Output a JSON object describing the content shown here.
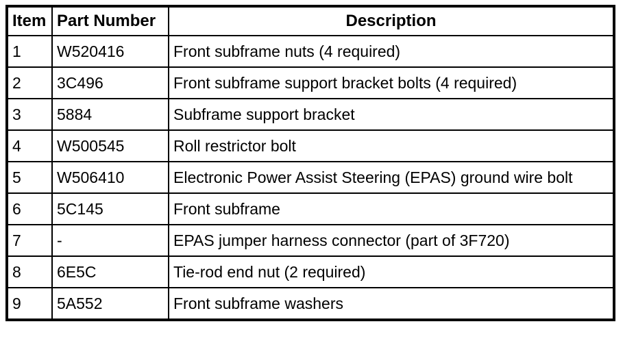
{
  "table": {
    "columns": [
      {
        "label": "Item"
      },
      {
        "label": "Part Number"
      },
      {
        "label": "Description"
      }
    ],
    "rows": [
      {
        "item": "1",
        "part_number": "W520416",
        "description": "Front subframe nuts (4 required)"
      },
      {
        "item": "2",
        "part_number": "3C496",
        "description": "Front subframe support bracket bolts (4 required)"
      },
      {
        "item": "3",
        "part_number": "5884",
        "description": "Subframe support bracket"
      },
      {
        "item": "4",
        "part_number": "W500545",
        "description": "Roll restrictor bolt"
      },
      {
        "item": "5",
        "part_number": "W506410",
        "description": "Electronic Power Assist Steering (EPAS) ground wire bolt"
      },
      {
        "item": "6",
        "part_number": "5C145",
        "description": "Front subframe"
      },
      {
        "item": "7",
        "part_number": "-",
        "description": "EPAS jumper harness connector (part of 3F720)"
      },
      {
        "item": "8",
        "part_number": "6E5C",
        "description": "Tie-rod end nut (2 required)"
      },
      {
        "item": "9",
        "part_number": "5A552",
        "description": "Front subframe washers"
      }
    ],
    "colors": {
      "border": "#000000",
      "background": "#ffffff",
      "text": "#000000"
    }
  }
}
